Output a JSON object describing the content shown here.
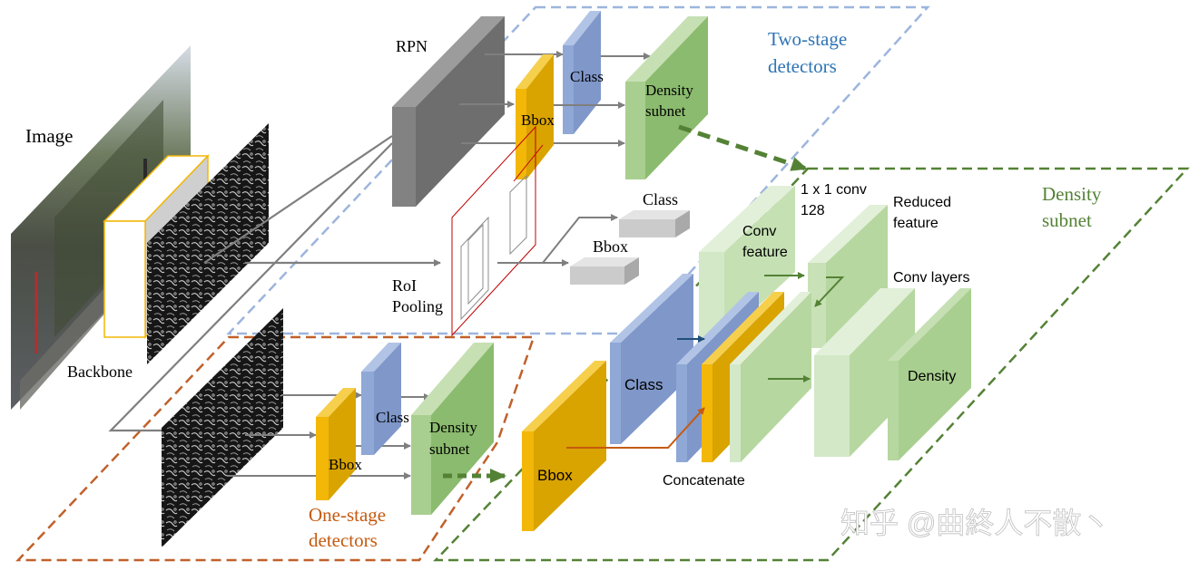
{
  "labels": {
    "image": "Image",
    "backbone": "Backbone",
    "rpn": "RPN",
    "class_top": "Class",
    "bbox_top": "Bbox",
    "density_top_1": "Density",
    "density_top_2": "subnet",
    "two_stage_1": "Two-stage",
    "two_stage_2": "detectors",
    "roi_1": "RoI",
    "roi_2": "Pooling",
    "class_gray": "Class",
    "bbox_gray": "Bbox",
    "class_low": "Class",
    "bbox_low": "Bbox",
    "density_low_1": "Density",
    "density_low_2": "subnet",
    "one_stage_1": "One-stage",
    "one_stage_2": "detectors",
    "class_big": "Class",
    "bbox_big": "Bbox",
    "concatenate": "Concatenate",
    "conv_1x1_1": "1 x 1 conv",
    "conv_1x1_2": "128",
    "reduced_1": "Reduced",
    "reduced_2": "feature",
    "conv_feature_1": "Conv",
    "conv_feature_2": "feature",
    "conv_layers": "Conv layers",
    "density_final": "Density",
    "density_region_1": "Density",
    "density_region_2": "subnet",
    "watermark": "知乎 @曲終人不散丶"
  },
  "colors": {
    "blue_box": "#8fa8d6",
    "gold_box": "#f2b707",
    "green_box": "#a8cf8f",
    "light_green": "#d2e8c7",
    "gray_box": "#7b7b7b",
    "two_stage_line": "#9db5dd",
    "one_stage_line": "#c0612b",
    "density_line": "#548235",
    "two_stage_text": "#2e74b5",
    "one_stage_text": "#c55a11",
    "density_text": "#548235"
  }
}
